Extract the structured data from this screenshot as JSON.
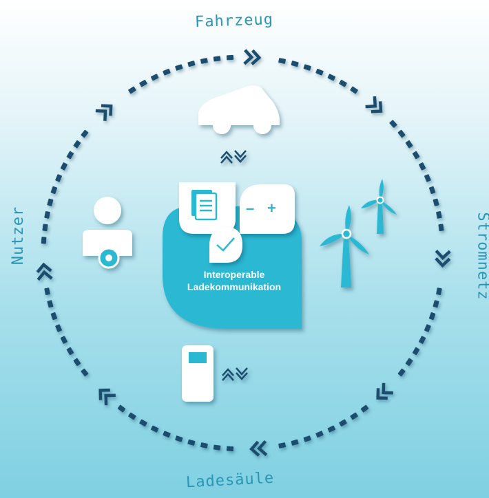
{
  "labels": {
    "top": "Fahrzeug",
    "right": "Stromnetz",
    "bottom": "Ladesäule",
    "left": "Nutzer"
  },
  "hub": {
    "line1": "Interoperable",
    "line2": "Ladekommunikation",
    "sign_minus": "–",
    "sign_plus": "+"
  },
  "colors": {
    "ring": "#1f4e6e",
    "accent": "#2a95b4",
    "hub": "#2ab8d2",
    "icon": "#ffffff"
  },
  "icons": [
    "car-icon",
    "user-icon",
    "wind-turbine-icon",
    "charging-station-icon",
    "documents-icon",
    "battery-icon",
    "checkmark-icon"
  ]
}
